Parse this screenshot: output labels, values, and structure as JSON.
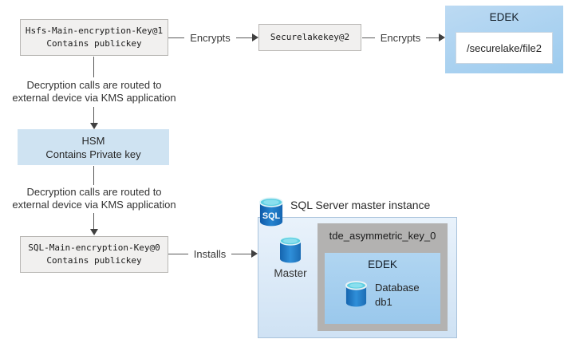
{
  "colors": {
    "key_box_fill": "#f1f0ef",
    "key_box_border": "#b9b7b4",
    "hsm_fill": "#cfe3f2",
    "edek_blue_light": "#bcdaf3",
    "edek_blue": "#9ccbee",
    "sql_container_fill": "#dcebf8",
    "sql_container_border": "#a9c3dc",
    "tde_gray": "#b3b2b1",
    "cylinder_blue": "#2f8fd9",
    "cylinder_top_cyan": "#5fcfe2",
    "connector_line": "#595959"
  },
  "flow_top": {
    "hsfs_key": {
      "line1": "Hsfs-Main-encryption-Key@1",
      "line2": "Contains publickey"
    },
    "encrypts1": "Encrypts",
    "securelake_key": "Securelakekey@2",
    "encrypts2": "Encrypts",
    "edek": {
      "title": "EDEK",
      "file_path": "/securelake/file2"
    }
  },
  "kms_note1": {
    "line1": "Decryption calls are routed to",
    "line2": "external device via KMS application"
  },
  "hsm": {
    "line1": "HSM",
    "line2": "Contains Private key"
  },
  "kms_note2": {
    "line1": "Decryption calls are routed to",
    "line2": "external device via KMS application"
  },
  "flow_bottom": {
    "sql_key": {
      "line1": "SQL-Main-encryption-Key@0",
      "line2": "Contains publickey"
    },
    "installs": "Installs"
  },
  "sql_instance": {
    "icon_text": "SQL",
    "title": "SQL Server master instance",
    "master_label": "Master",
    "tde_key": {
      "title": "tde_asymmetric_key_0",
      "edek": {
        "title": "EDEK",
        "db_line1": "Database",
        "db_line2": "db1"
      }
    }
  }
}
